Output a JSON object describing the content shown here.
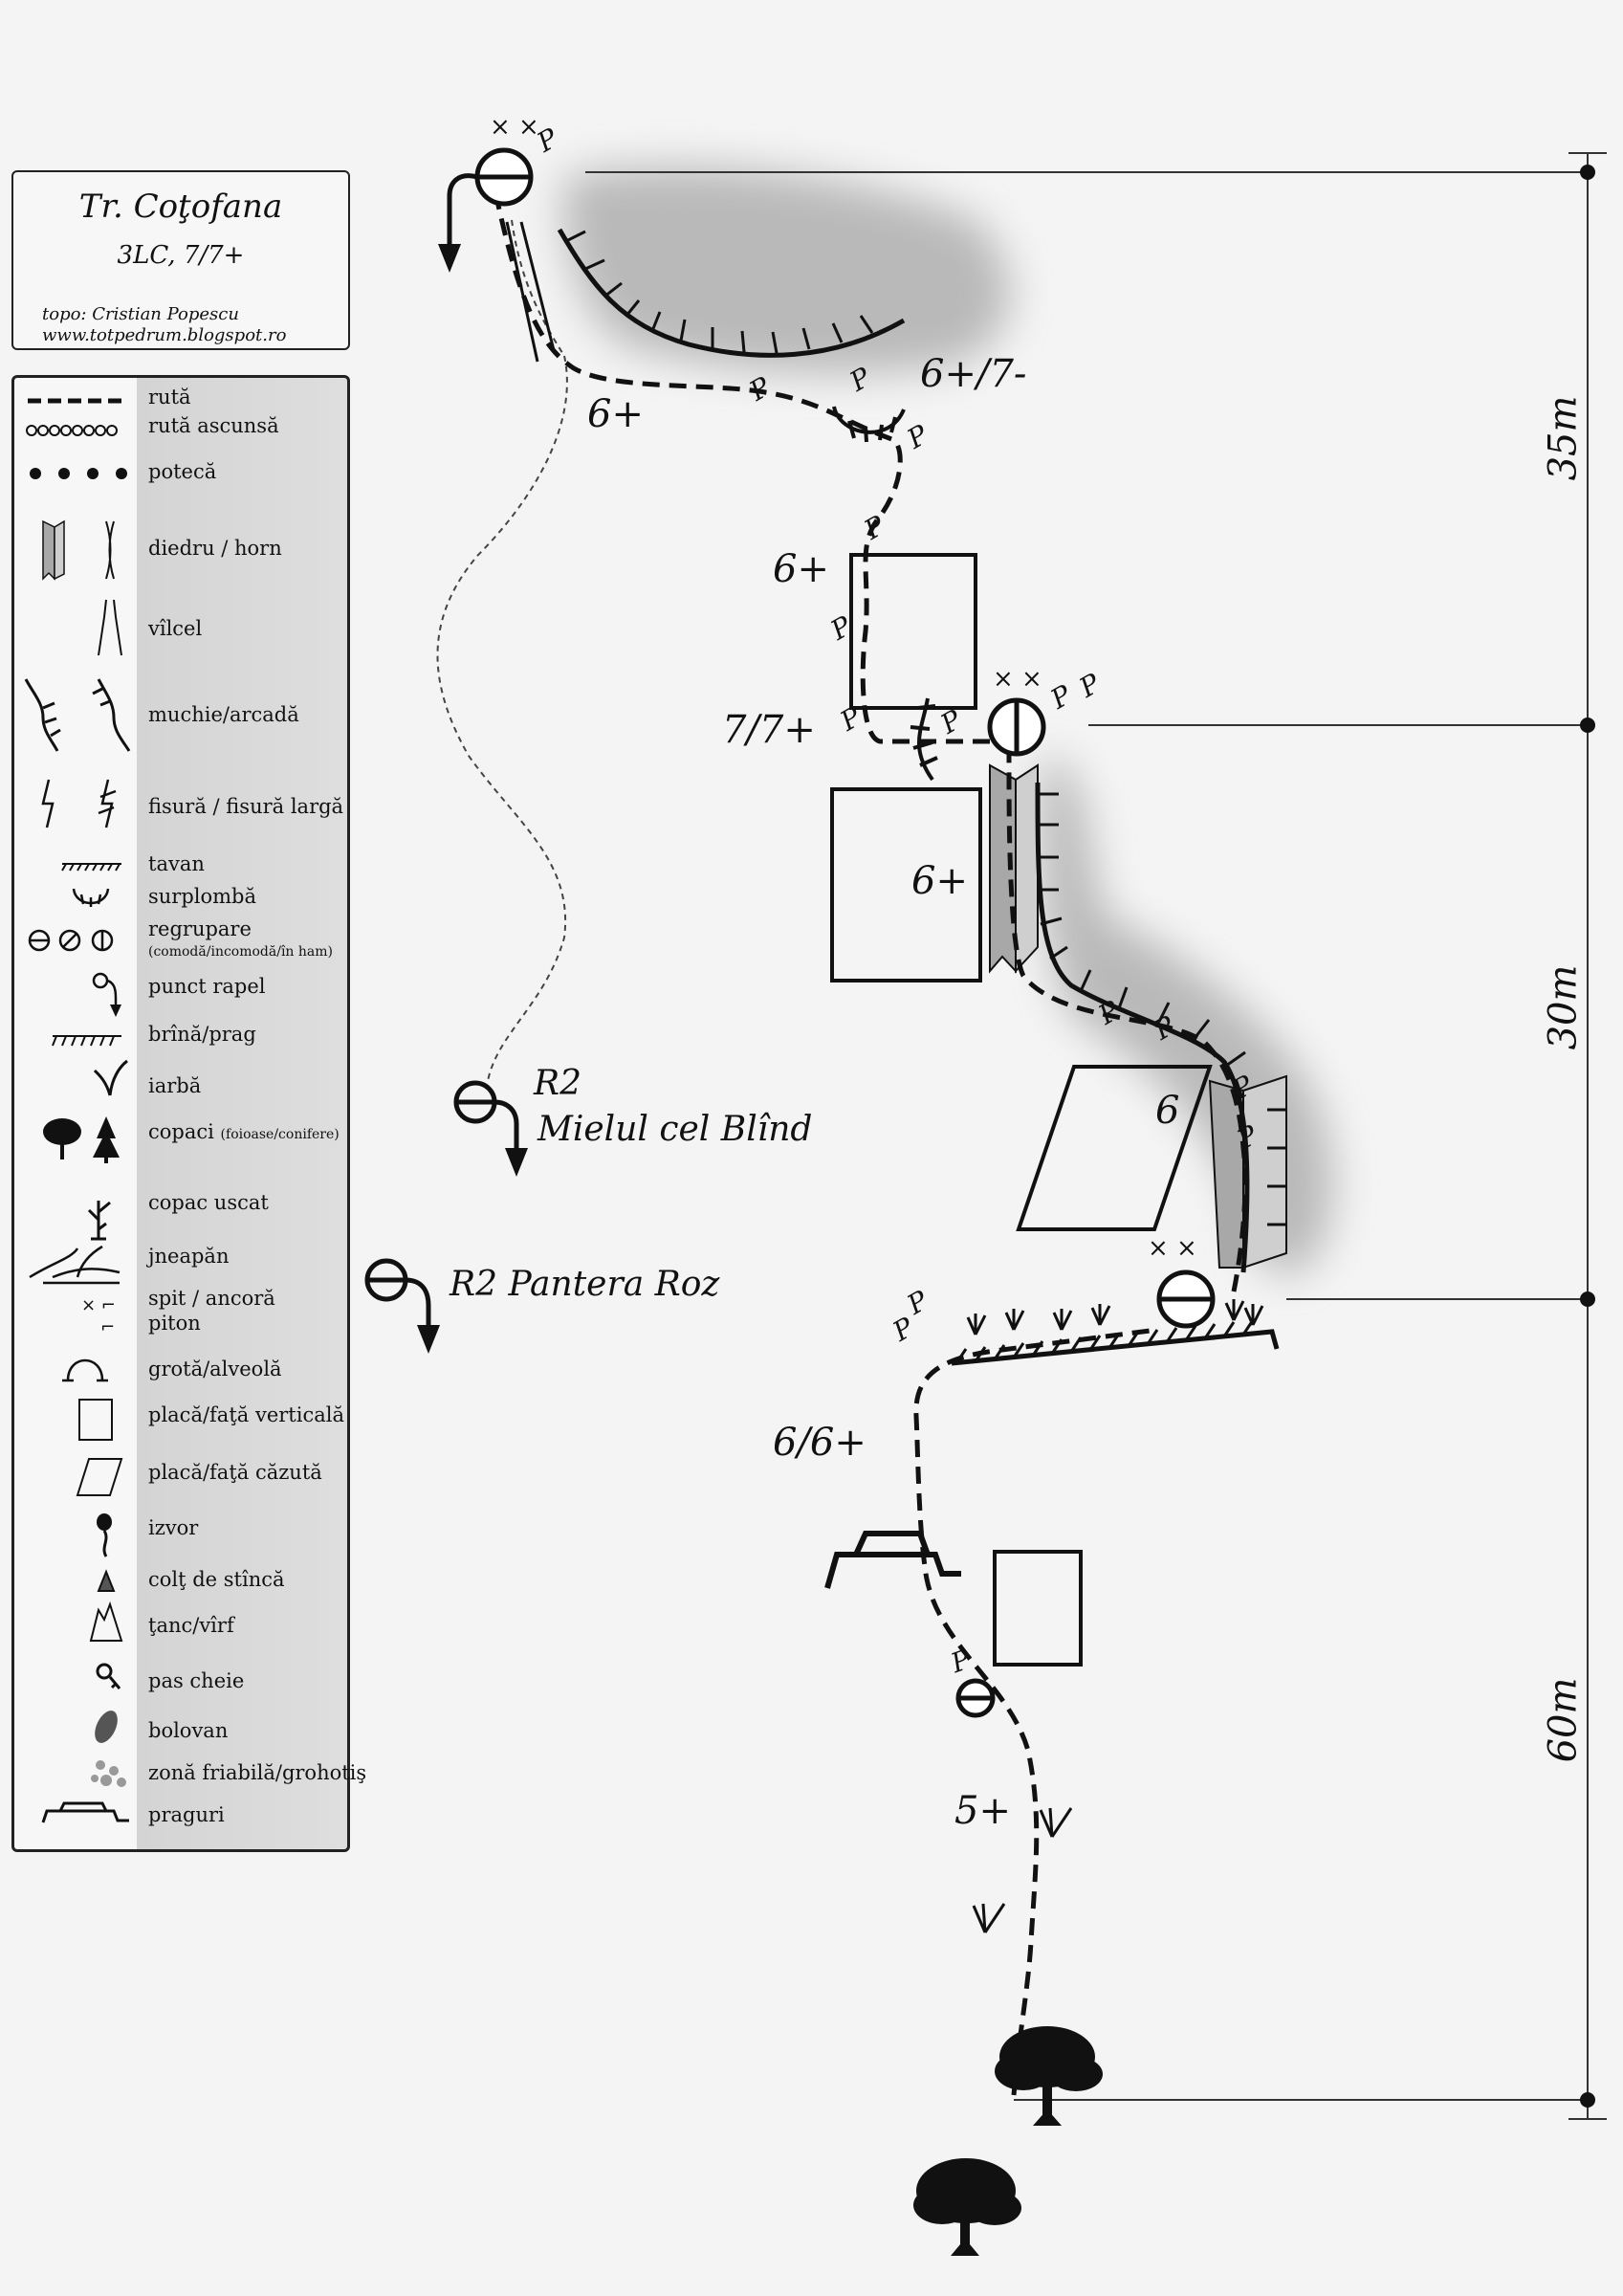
{
  "title": {
    "name": "Tr. Coţofana",
    "subtitle": "3LC, 7/7+",
    "author": "topo: Cristian Popescu",
    "website": "www.totpedrum.blogspot.ro"
  },
  "legend": [
    {
      "key": "ruta",
      "label": "rută"
    },
    {
      "key": "ruta_ascunsa",
      "label": "rută ascunsă"
    },
    {
      "key": "poteca",
      "label": "potecă"
    },
    {
      "key": "diedru",
      "label": "diedru  /  horn"
    },
    {
      "key": "vilcel",
      "label": "vîlcel"
    },
    {
      "key": "muchie",
      "label": "muchie/arcadă"
    },
    {
      "key": "fisura",
      "label": "fisură  /  fisură largă"
    },
    {
      "key": "tavan",
      "label": "tavan"
    },
    {
      "key": "surplomba",
      "label": "surplombă"
    },
    {
      "key": "regrupare",
      "label": "regrupare",
      "note": "(comodă/incomodă/în ham)"
    },
    {
      "key": "rapel",
      "label": "punct rapel"
    },
    {
      "key": "brina",
      "label": "brînă/prag"
    },
    {
      "key": "iarba",
      "label": "iarbă"
    },
    {
      "key": "copaci",
      "label": "copaci",
      "note": "(foioase/conifere)"
    },
    {
      "key": "copac_uscat",
      "label": "copac uscat"
    },
    {
      "key": "jneapan",
      "label": "jneapăn"
    },
    {
      "key": "spit",
      "label": "spit / ancoră"
    },
    {
      "key": "piton",
      "label": "piton"
    },
    {
      "key": "grota",
      "label": "grotă/alveolă"
    },
    {
      "key": "placa_verticala",
      "label": "placă/faţă verticală"
    },
    {
      "key": "placa_cazuta",
      "label": "placă/faţă căzută"
    },
    {
      "key": "izvor",
      "label": "izvor"
    },
    {
      "key": "colt",
      "label": "colţ de stîncă"
    },
    {
      "key": "tanc",
      "label": "ţanc/vîrf"
    },
    {
      "key": "pas_cheie",
      "label": "pas cheie"
    },
    {
      "key": "bolovan",
      "label": "bolovan"
    },
    {
      "key": "friabila",
      "label": "zonă friabilă/grohotiş"
    },
    {
      "key": "praguri",
      "label": "praguri"
    }
  ],
  "grades": {
    "l1a": "5+",
    "l1b": "6/6+",
    "l2a": "6",
    "l2b": "6+",
    "l3a": "7/7+",
    "l3b": "6+",
    "l3c": "6+/7-",
    "l3d": "6+"
  },
  "rappels": {
    "r2_mielul_a": "R2",
    "r2_mielul_b": "Mielul cel Blînd",
    "r2_pantera": "R2 Pantera Roz"
  },
  "distances": {
    "pitch1": "60m",
    "pitch2": "30m",
    "pitch3": "35m"
  },
  "marks": {
    "piton": "P",
    "spit": "× ×"
  }
}
